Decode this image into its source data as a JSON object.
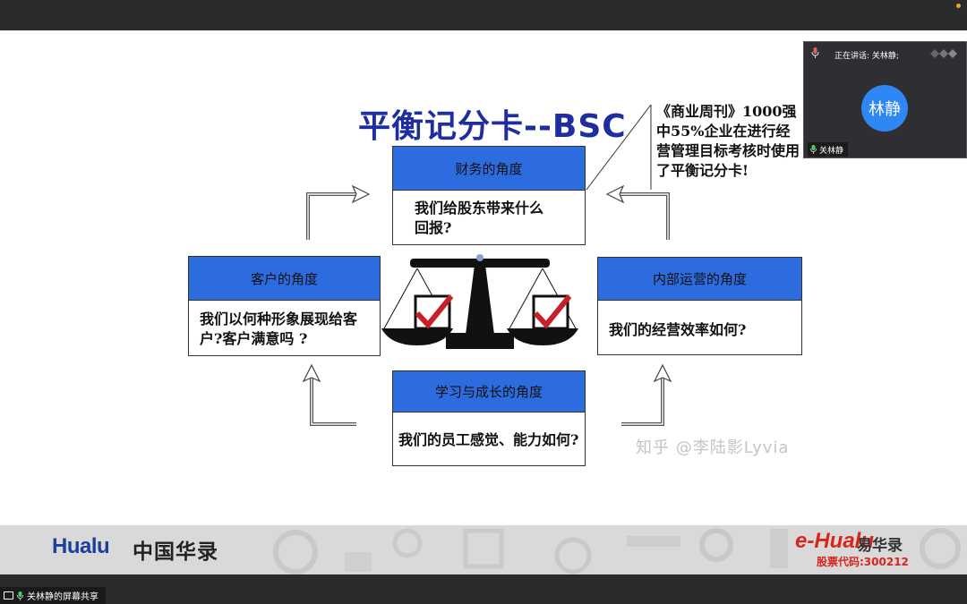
{
  "meeting": {
    "speaking_label": "正在讲话: 关林静;",
    "participant_initials": "林静",
    "participant_name": "关林静",
    "share_label": "关林静的屏幕共享"
  },
  "slide": {
    "title": "平衡记分卡--BSC",
    "quote": "《商业周刊》1000强中55%企业在进行经营管理目标考核时使用了平衡记分卡!",
    "boxes": {
      "finance": {
        "head": "财务的角度",
        "body": "我们给股东带来什么回报?"
      },
      "customer": {
        "head": "客户的角度",
        "body": "我们以何种形象展现给客户?客户满意吗 ?"
      },
      "internal": {
        "head": "内部运营的角度",
        "body": "我们的经营效率如何?"
      },
      "learning": {
        "head": "学习与成长的角度",
        "body": "我们的员工感觉、能力如何?"
      }
    },
    "watermark": "知乎 @李陆影Lyvia",
    "footer": {
      "hualu_en": "Hualu",
      "hualu_cn": "中国华录",
      "ehualu_en": "e-Hualu",
      "ehualu_cn": "易华录",
      "stock_code": "股票代码:300212"
    }
  },
  "colors": {
    "box_header": "#2d6cdf",
    "title": "#1e2ea0",
    "avatar": "#2f86f5",
    "ehualu_red": "#d8261c"
  }
}
